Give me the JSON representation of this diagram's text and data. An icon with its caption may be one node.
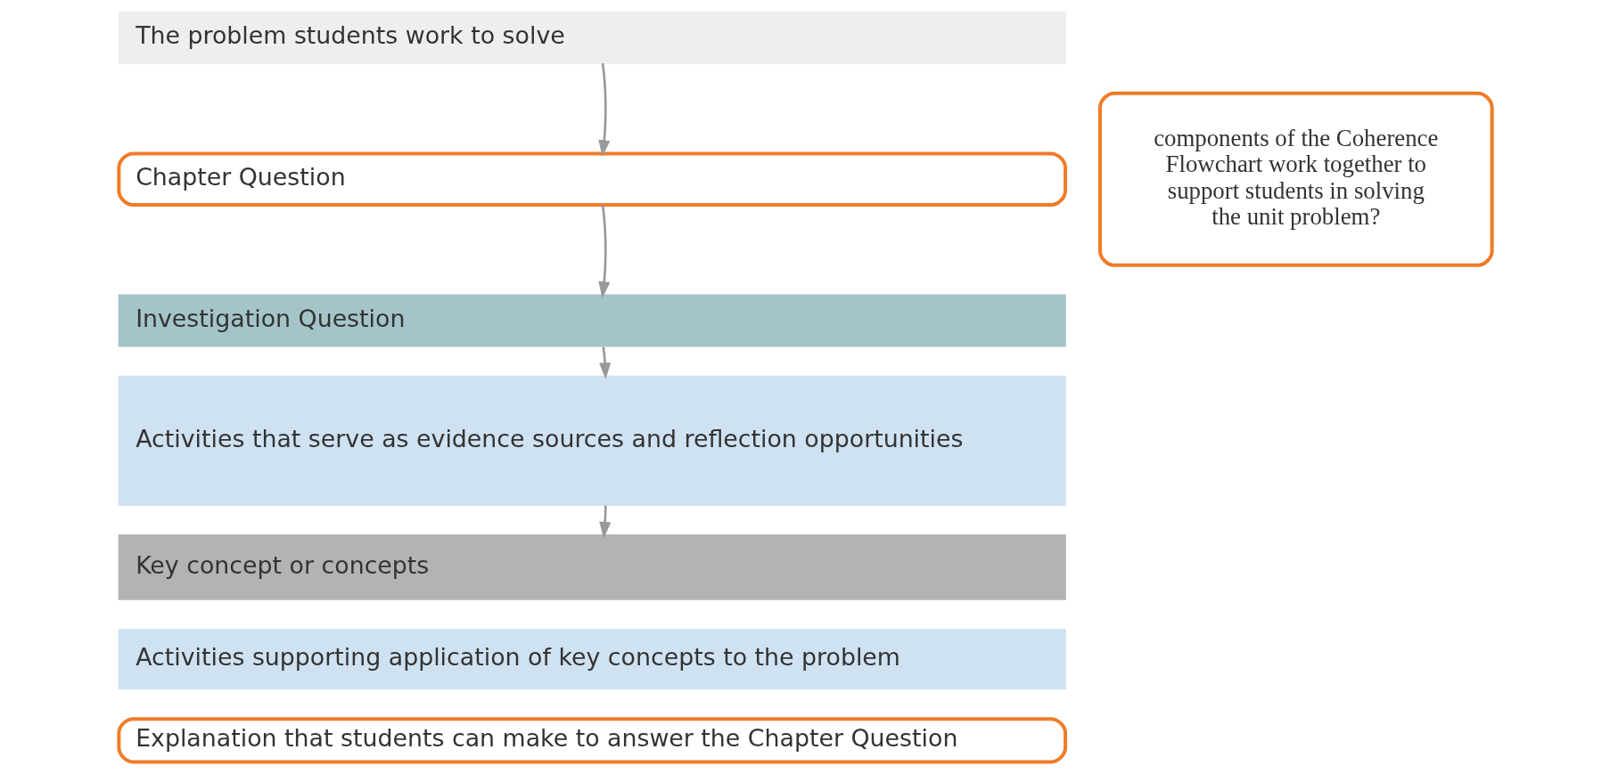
{
  "diagram": {
    "nodes": [
      {
        "text": [
          "The problem students work to solve"
        ]
      },
      {
        "text": [
          "Chapter Question"
        ]
      },
      {
        "text": [
          "Investigation Question"
        ]
      },
      {
        "text": [
          "Activities that serve as evidence sources and reflection opportunities"
        ]
      },
      {
        "text": [
          "Key concept or concepts"
        ]
      },
      {
        "text": [
          "Activities supporting application of key concepts to the problem"
        ]
      },
      {
        "text": [
          "Explanation that students can make to answer the Chapter Question"
        ]
      },
      {
        "text": [
          "components of the Coherence Flowchart work together to support students in solving the unit problem?"
        ]
      }
    ],
    "edges": [
      {
        "from": 0,
        "to": 1,
        "arrow": "to"
      },
      {
        "from": 1,
        "to": 2,
        "arrow": "to"
      },
      {
        "from": 2,
        "to": 3,
        "arrow": "to"
      },
      {
        "from": 3,
        "to": 4,
        "arrow": "to"
      }
    ]
  }
}
